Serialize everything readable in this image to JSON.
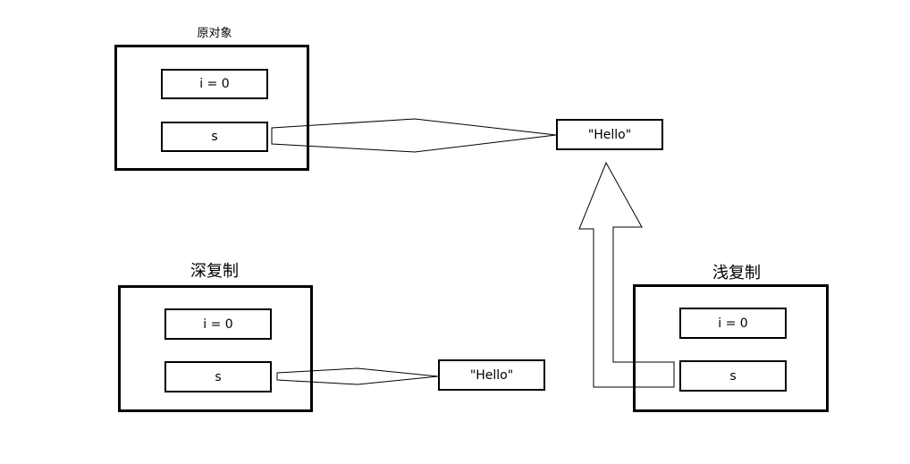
{
  "original": {
    "title": "原对象",
    "field_i": "i = 0",
    "field_s": "s"
  },
  "string_value": "\"Hello\"",
  "deep_copy": {
    "title": "深复制",
    "field_i": "i = 0",
    "field_s": "s",
    "string_value": "\"Hello\""
  },
  "shallow_copy": {
    "title": "浅复制",
    "field_i": "i = 0",
    "field_s": "s"
  },
  "colors": {
    "stroke": "#000000",
    "background": "#ffffff"
  }
}
